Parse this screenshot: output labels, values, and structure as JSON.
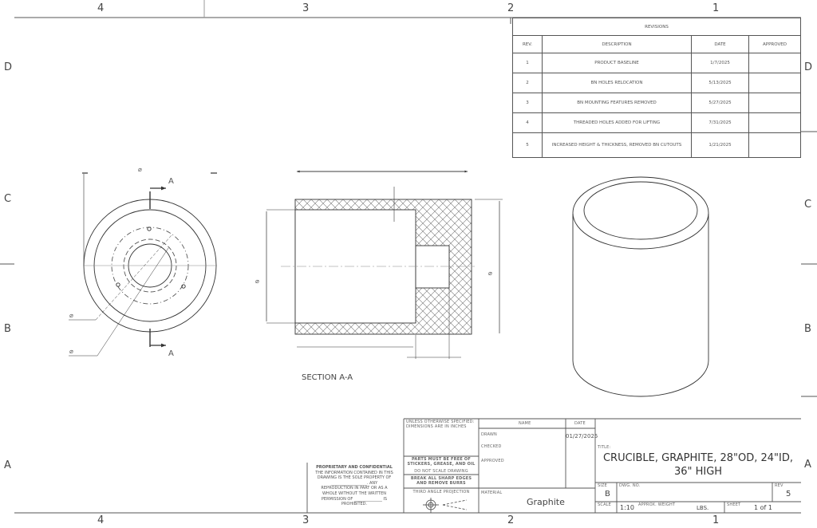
{
  "border": {
    "columns": [
      "4",
      "3",
      "2",
      "1"
    ],
    "rows": [
      "D",
      "C",
      "B",
      "A"
    ]
  },
  "revisions": {
    "title": "REVISIONS",
    "headers": [
      "REV.",
      "DESCRIPTION",
      "DATE",
      "APPROVED"
    ],
    "rows": [
      {
        "rev": "1",
        "description": "PRODUCT BASELINE",
        "date": "1/7/2025",
        "approved": ""
      },
      {
        "rev": "2",
        "description": "BN HOLES RELOCATION",
        "date": "5/13/2025",
        "approved": ""
      },
      {
        "rev": "3",
        "description": "BN MOUNTING FEATURES REMOVED",
        "date": "5/27/2025",
        "approved": ""
      },
      {
        "rev": "4",
        "description": "THREADED HOLES ADDED FOR LIFTING",
        "date": "7/31/2025",
        "approved": ""
      },
      {
        "rev": "5",
        "description": "INCREASED HEIGHT & THICKNESS, REMOVED BN CUTOUTS",
        "date": "1/21/2025",
        "approved": ""
      }
    ]
  },
  "views": {
    "front_view": {
      "section_label_top": "A",
      "section_label_bottom": "A",
      "dim_symbol": "⌀"
    },
    "section_view": {
      "label": "SECTION A-A",
      "dim_symbol": "⌀"
    },
    "iso_view": {}
  },
  "proprietary": {
    "title": "PROPRIETARY AND CONFIDENTIAL",
    "lines": [
      "THE INFORMATION CONTAINED IN THIS",
      "DRAWING IS THE SOLE PROPERTY OF",
      "__________________. ANY",
      "REPRODUCTION IN PART OR AS A",
      "WHOLE WITHOUT THE WRITTEN",
      "PERMISSION OF ______________ IS",
      "PROHIBITED."
    ]
  },
  "title_block": {
    "unless_specified": "UNLESS OTHERWISE SPECIFIED: DIMENSIONS ARE IN INCHES",
    "parts_free": "PARTS MUST BE FREE OF STICKERS, GREASE, AND OIL",
    "do_not_scale": "DO NOT SCALE DRAWING",
    "break_edges": "BREAK ALL SHARP EDGES AND REMOVE BURRS",
    "projection": "THIRD ANGLE PROJECTION",
    "name_header": "NAME",
    "date_header": "DATE",
    "drawn_label": "DRAWN",
    "checked_label": "CHECKED",
    "approved_label": "APPROVED",
    "drawn_date": "01/27/2025",
    "material_label": "MATERIAL",
    "material": "Graphite",
    "title_label": "TITLE:",
    "title_line1": "CRUCIBLE, GRAPHITE, 28\"OD, 24\"ID,",
    "title_line2": "36\" HIGH",
    "size_label": "SIZE",
    "size": "B",
    "dwg_label": "DWG. NO.",
    "dwg_no": "",
    "rev_label": "REV",
    "rev": "5",
    "scale_label": "SCALE",
    "scale": "1:10",
    "weight_label": "APPROX. WEIGHT",
    "weight_unit": "LBS.",
    "sheet_label": "SHEET",
    "sheet": "1 of 1"
  }
}
